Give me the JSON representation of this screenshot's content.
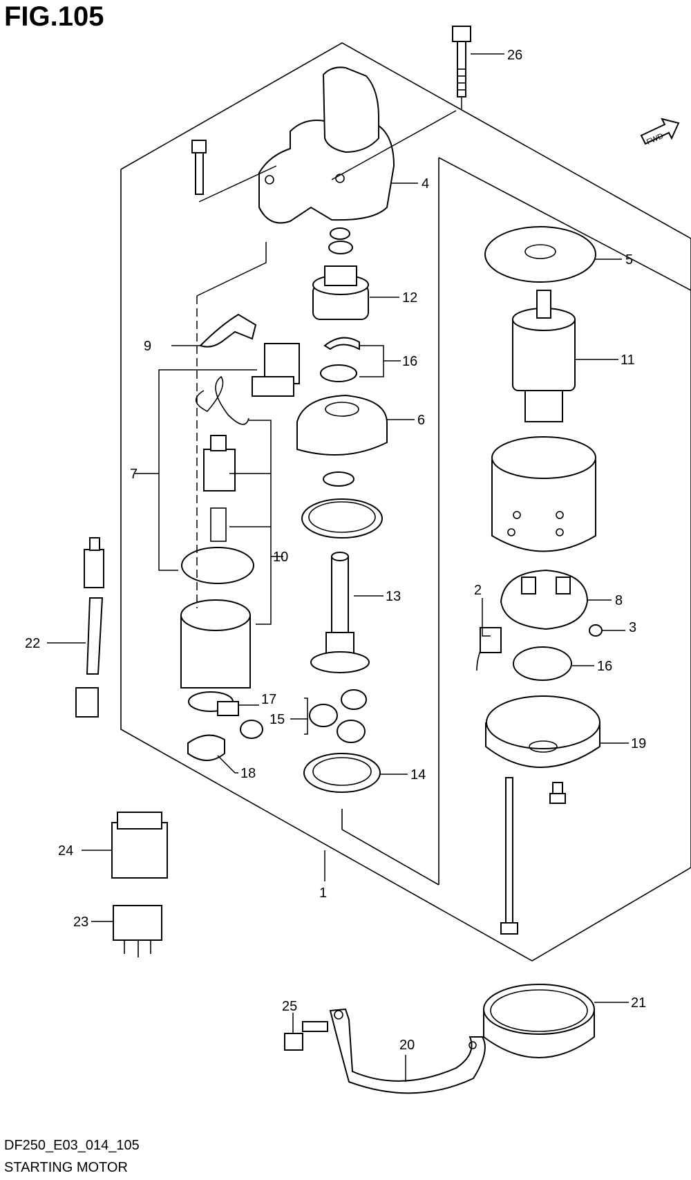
{
  "figure": {
    "title": "FIG.105",
    "code": "DF250_E03_014_105",
    "name": "STARTING MOTOR",
    "fwd_label": "FWD"
  },
  "callouts": [
    "1",
    "2",
    "3",
    "4",
    "5",
    "6",
    "7",
    "8",
    "9",
    "10",
    "11",
    "12",
    "13",
    "14",
    "15",
    "16",
    "17",
    "18",
    "19",
    "20",
    "21",
    "22",
    "23",
    "24",
    "25",
    "26"
  ]
}
